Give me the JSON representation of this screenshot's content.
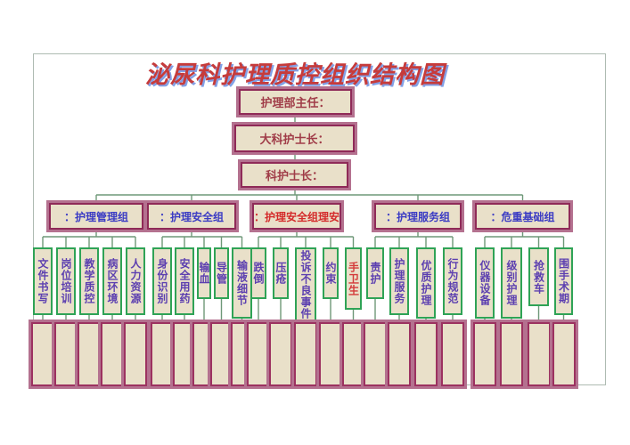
{
  "title": "泌尿科护理质控组织结构图",
  "chain": [
    {
      "label": "护理部主任："
    },
    {
      "label": "大科护士长："
    },
    {
      "label": "科护士长："
    }
  ],
  "groups": [
    {
      "label": "：护理管理组",
      "text_color": "blue",
      "children": [
        {
          "label": "文件书写"
        },
        {
          "label": "岗位培训"
        },
        {
          "label": "教学质控"
        },
        {
          "label": "病区环境"
        },
        {
          "label": "人力资源"
        }
      ]
    },
    {
      "label": "：护理安全组",
      "text_color": "blue",
      "children": [
        {
          "label": "身份识别"
        },
        {
          "label": "安全用药"
        },
        {
          "label": "输血"
        },
        {
          "label": "导管"
        },
        {
          "label": "输液细节"
        }
      ]
    },
    {
      "label": "：护理安全组理安",
      "text_color": "red",
      "children": [
        {
          "label": "跌倒"
        },
        {
          "label": "压疮"
        },
        {
          "label": "投诉不良事件"
        },
        {
          "label": "约束"
        },
        {
          "label": "手卫生",
          "text_color": "red"
        }
      ]
    },
    {
      "label": "：护理服务组",
      "text_color": "blue",
      "children": [
        {
          "label": "责护"
        },
        {
          "label": "护理服务"
        },
        {
          "label": "优质护理"
        },
        {
          "label": "行为规范"
        }
      ]
    },
    {
      "label": "：危重基础组",
      "text_color": "blue",
      "children": [
        {
          "label": "仪器设备"
        },
        {
          "label": "级别护理"
        },
        {
          "label": "抢救车"
        },
        {
          "label": "围手术期"
        }
      ]
    }
  ],
  "colors": {
    "box_fill": "#e9e0c9",
    "maroon_border": "#8f2a58",
    "maroon_outer": "#b4718f",
    "green_border": "#2fa356",
    "connector_line": "#6e9878",
    "chain_text": "#a03c48",
    "group_text_blue": "#3b3bc4",
    "group_text_red": "#d42a2a",
    "child_text_purple": "#5c3fb0",
    "child_text_red": "#d43a3a",
    "title_red": "#c63b3b",
    "title_shadow_blue": "#82a0e6",
    "frame_line": "#aebbb2"
  }
}
